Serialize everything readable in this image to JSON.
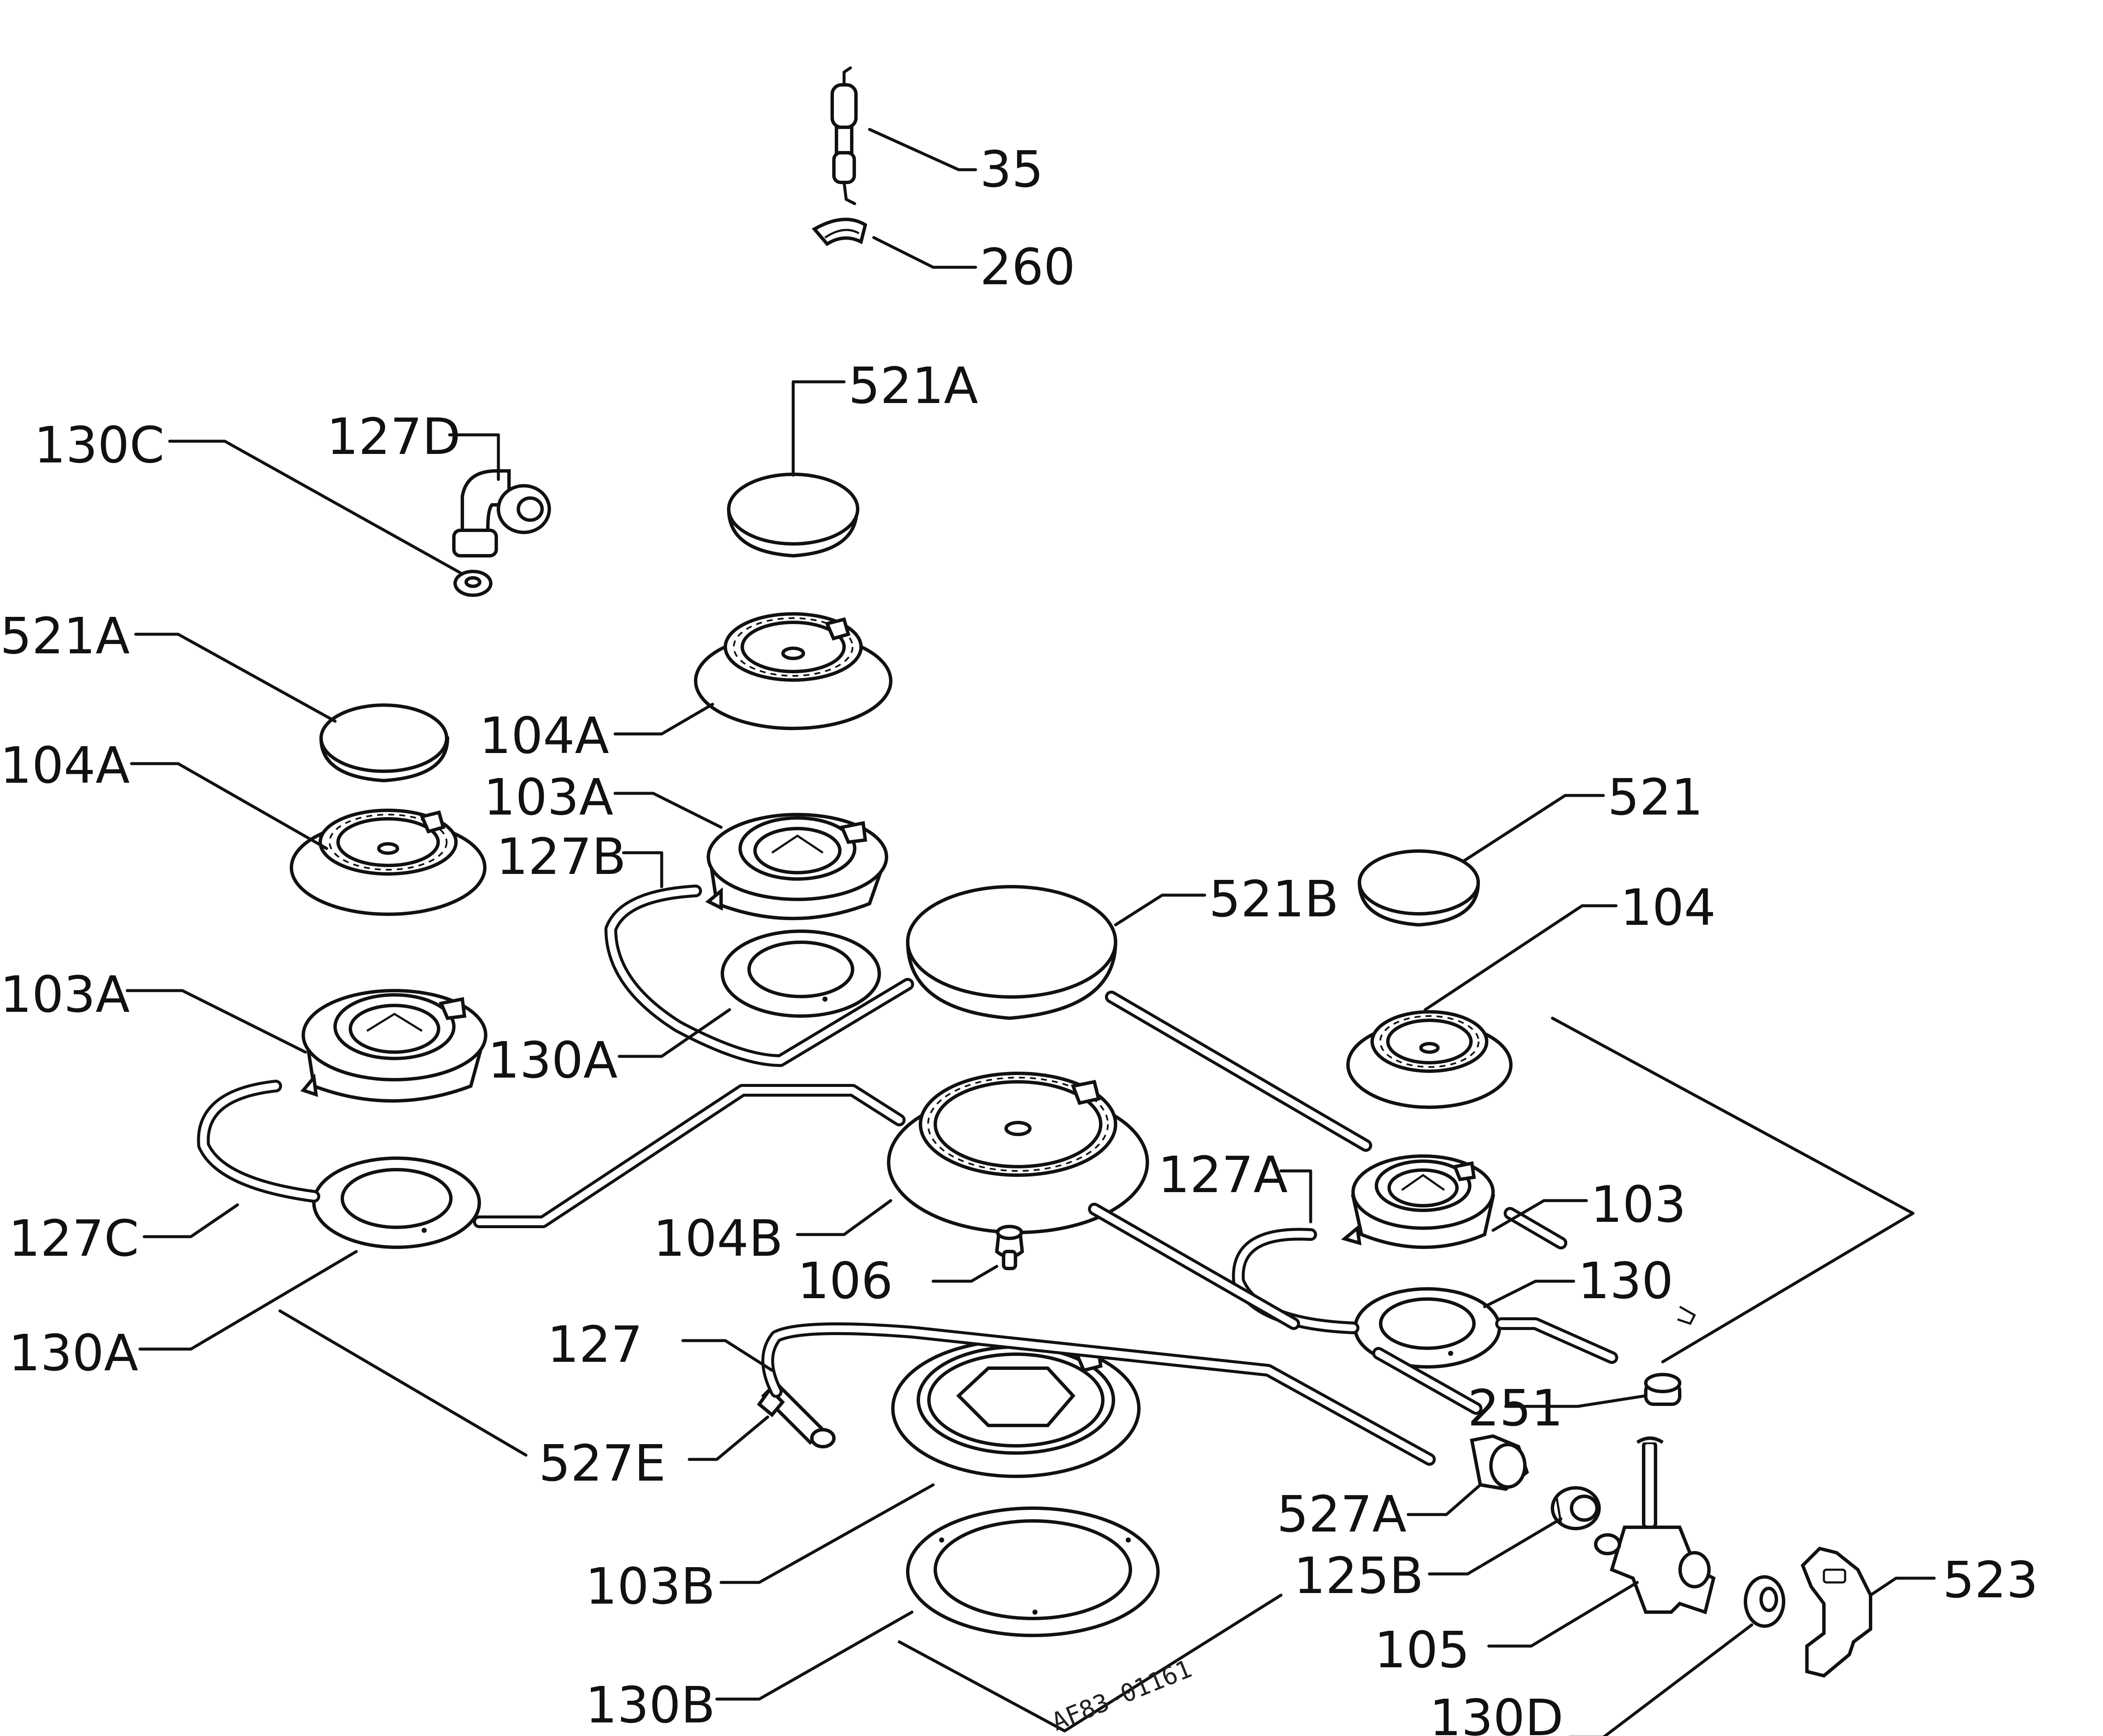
{
  "labels": {
    "l35": "35",
    "l260": "260",
    "l521A_top": "521A",
    "l130C": "130C",
    "l127D": "127D",
    "l521A_left": "521A",
    "l104A_mid": "104A",
    "l104A_left": "104A",
    "l103A_mid": "103A",
    "l127B": "127B",
    "l521": "521",
    "l521B": "521B",
    "l104": "104",
    "l103A_left": "103A",
    "l130A_mid": "130A",
    "l127A": "127A",
    "l103": "103",
    "l127C": "127C",
    "l104B": "104B",
    "l130": "130",
    "l106": "106",
    "l130A_left": "130A",
    "l127": "127",
    "l251": "251",
    "l527E": "527E",
    "l527A": "527A",
    "l125B": "125B",
    "l523": "523",
    "l103B": "103B",
    "l105": "105",
    "l130B": "130B",
    "l130D": "130D"
  },
  "stamp": "AF83-01161"
}
